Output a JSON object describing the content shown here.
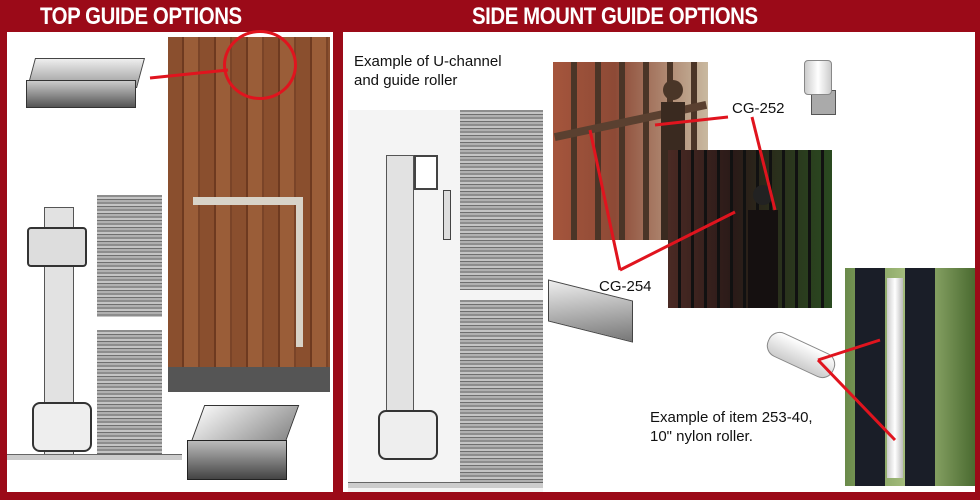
{
  "headers": {
    "top": "TOP GUIDE OPTIONS",
    "side": "SIDE MOUNT GUIDE OPTIONS"
  },
  "side": {
    "uchannel_caption_1": "Example of U-channel",
    "uchannel_caption_2": "and guide roller",
    "label_cg252": "CG-252",
    "label_cg254": "CG-254",
    "roller_caption_1": "Example of item 253-40,",
    "roller_caption_2": "10\" nylon roller."
  },
  "colors": {
    "brand_red": "#9b0a18",
    "arrow_red": "#e0141e"
  }
}
